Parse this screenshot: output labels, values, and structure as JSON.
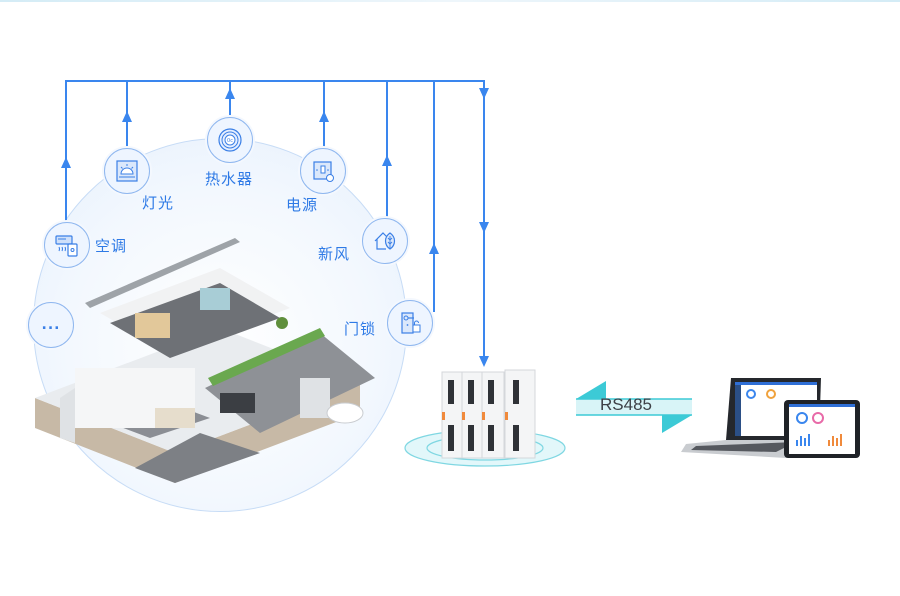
{
  "diagram": {
    "title": "Smart home RS485 control topology",
    "devices": [
      {
        "id": "more",
        "label": "...",
        "icon": "more-dots-icon"
      },
      {
        "id": "ac",
        "label": "空调",
        "icon": "air-conditioner-icon"
      },
      {
        "id": "light",
        "label": "灯光",
        "icon": "lighting-icon"
      },
      {
        "id": "water-heater",
        "label": "热水器",
        "icon": "water-heater-icon"
      },
      {
        "id": "power",
        "label": "电源",
        "icon": "power-switch-icon"
      },
      {
        "id": "fresh-air",
        "label": "新风",
        "icon": "fresh-air-icon"
      },
      {
        "id": "door-lock",
        "label": "门锁",
        "icon": "door-lock-icon"
      }
    ],
    "house": {
      "name": "Smart home isometric illustration",
      "icon": "house-illustration"
    },
    "controller": {
      "name": "IO module rack",
      "icon": "plc-module-icon"
    },
    "link": {
      "label": "RS485",
      "direction": "bidirectional"
    },
    "clients": {
      "name": "Laptop and tablet dashboards",
      "icon": "laptop-tablet-icon"
    },
    "colors": {
      "accent": "#2e7ae6",
      "line": "#3a86ee",
      "link": "#3ccad6",
      "dome": "#e4effc"
    }
  }
}
